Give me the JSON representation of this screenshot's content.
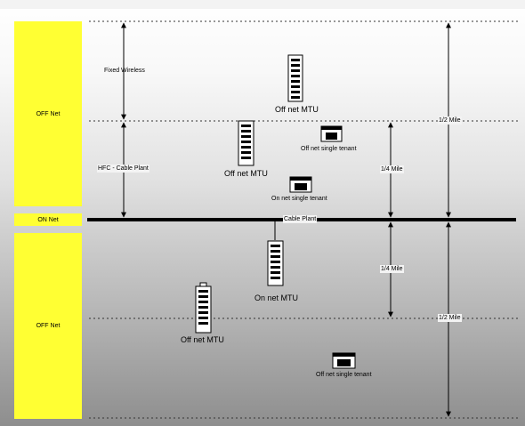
{
  "zones": {
    "off_net_top": "OFF Net",
    "on_net": "ON Net",
    "off_net_bottom": "OFF Net"
  },
  "labels": {
    "fixed_wireless": "Fixed Wireless",
    "hfc_cable_plant": "HFC - Cable Plant",
    "cable_plant": "Cable Plant",
    "quarter_mile_top": "1/4 Mile",
    "half_mile_top": "1/2 Mile",
    "quarter_mile_bottom": "1/4 Mile",
    "half_mile_bottom": "1/2 Mile"
  },
  "buildings": {
    "off_net_mtu_top": "Off net MTU",
    "off_net_mtu_mid": "Off net MTU",
    "off_net_single_tenant_top": "Off net single tenant",
    "on_net_single_tenant": "On net single tenant",
    "on_net_mtu": "On net MTU",
    "off_net_mtu_bottom": "Off net MTU",
    "off_net_single_tenant_bottom": "Off net single tenant"
  }
}
